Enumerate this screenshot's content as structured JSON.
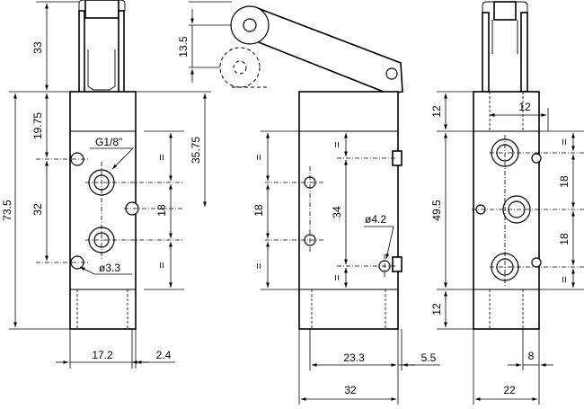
{
  "labels": {
    "d33": "33",
    "d19_75": "19.75",
    "d32_left": "32",
    "d73_5": "73.5",
    "d13_5": "13.5",
    "d35_75": "35.75",
    "g18": "G1/8\"",
    "d18_left": "18",
    "d3_3": "ø3.3",
    "eq": "=",
    "d17_2": "17.2",
    "d2_4": "2.4",
    "d18_mid": "18",
    "d34": "34",
    "d4_2": "ø4.2",
    "d23_3": "23.3",
    "d5_5": "5.5",
    "d32_bottom": "32",
    "d12_top": "12",
    "d12_right": "12",
    "d49_5": "49.5",
    "d12_bottom": "12",
    "d18_r1": "18",
    "d18_r2": "18",
    "d8": "8",
    "d22": "22"
  }
}
